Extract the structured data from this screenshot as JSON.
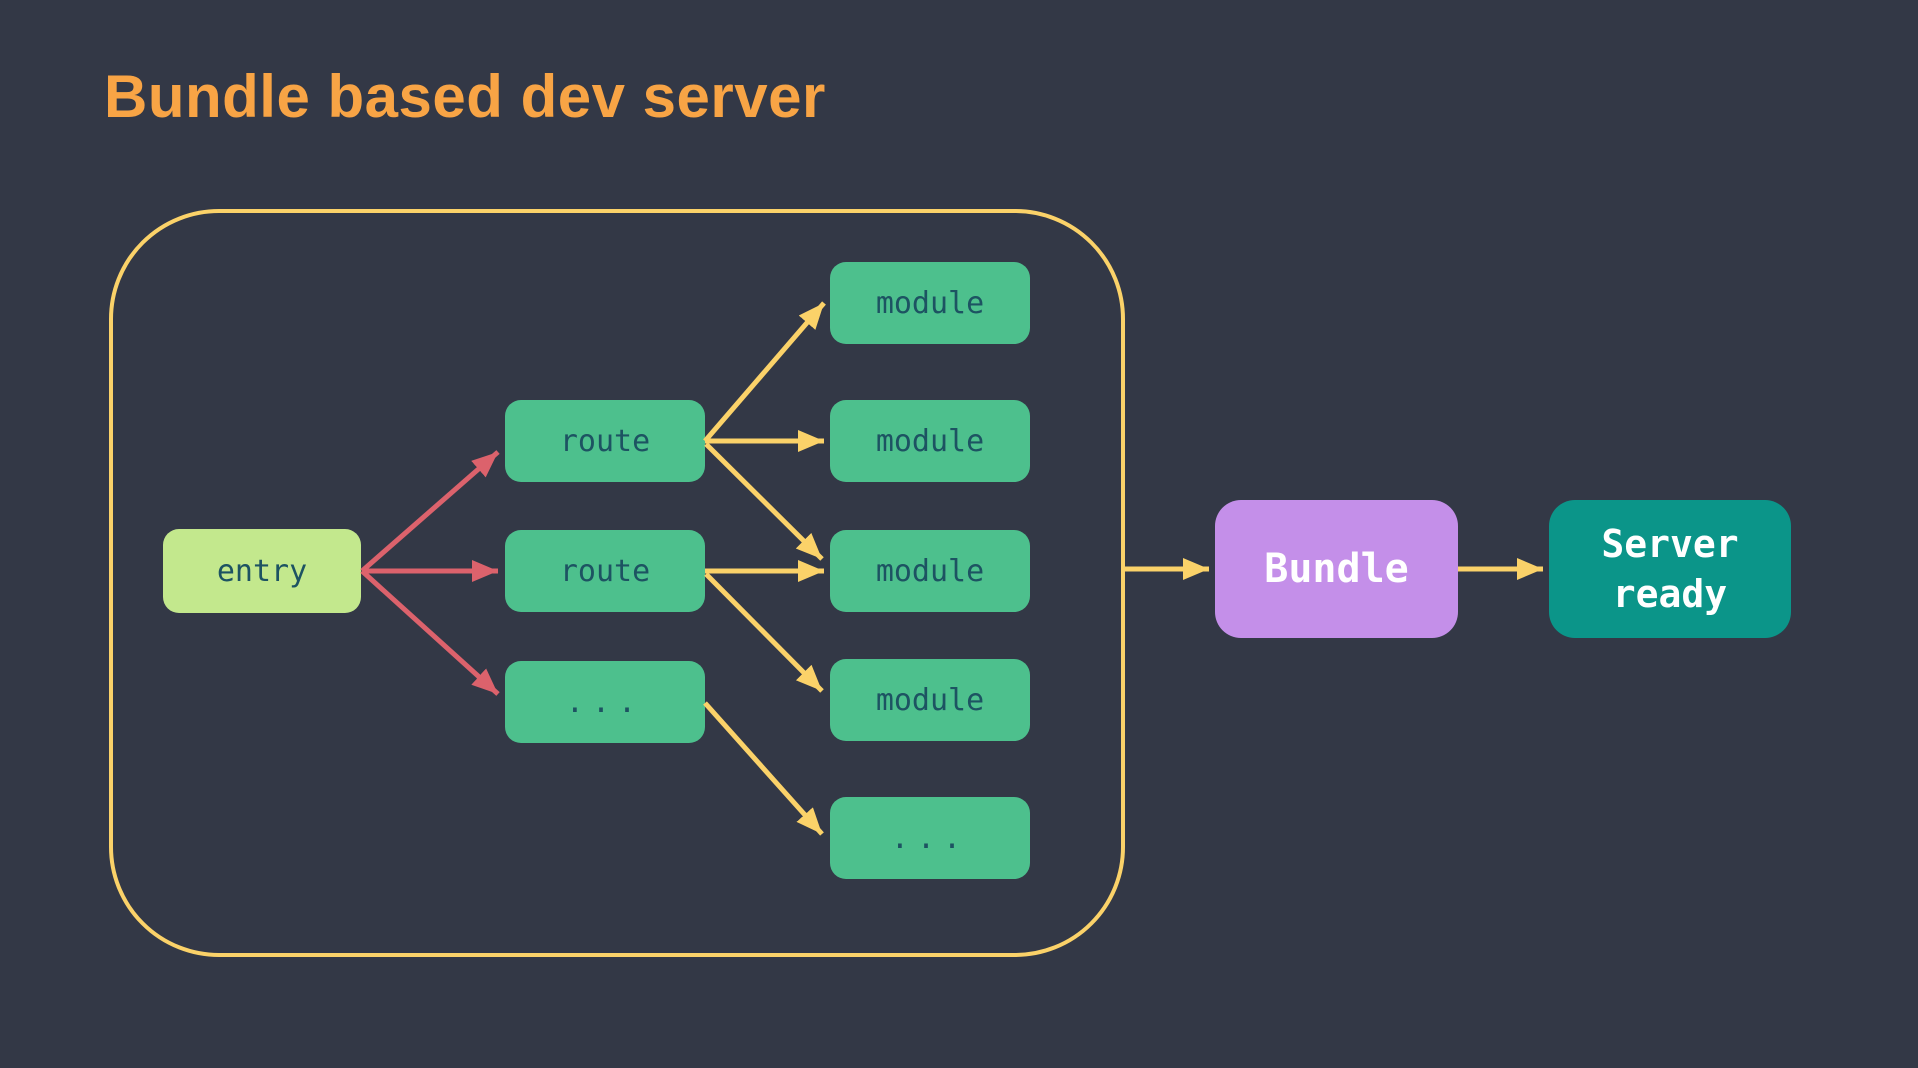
{
  "title": "Bundle based dev server",
  "colors": {
    "bg": "#333846",
    "title": "#f8a445",
    "yellow": "#fbd269",
    "red": "#dc626c",
    "green": "#4dc08d",
    "entry-bg": "#c3e88d",
    "dark-label": "#1d5362",
    "bundle-bg": "#c48fe9",
    "server-bg": "#0b9589",
    "light-label": "#ffffff"
  },
  "nodes": {
    "entry": {
      "label": "entry"
    },
    "route1": {
      "label": "route"
    },
    "route2": {
      "label": "route"
    },
    "routeEllipsis": {
      "label": "..."
    },
    "module1": {
      "label": "module"
    },
    "module2": {
      "label": "module"
    },
    "module3": {
      "label": "module"
    },
    "module4": {
      "label": "module"
    },
    "moduleEllipsis": {
      "label": "..."
    },
    "bundle": {
      "label": "Bundle"
    },
    "server": {
      "label": "Server ready"
    }
  }
}
